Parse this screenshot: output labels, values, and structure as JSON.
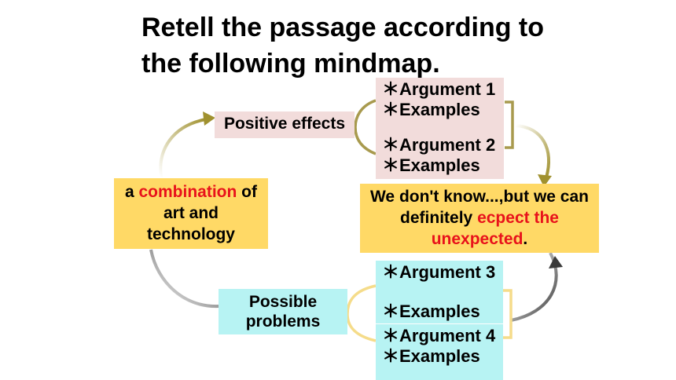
{
  "title": "Retell the passage according to the following mindmap.",
  "positive": "Positive effects",
  "problems": "Possible problems",
  "center_left": {
    "prefix": "a ",
    "highlight": "combination",
    "suffix": " of art and technology"
  },
  "right": {
    "part1": "We don't know...,but we can definitely ",
    "highlight": "ecpect the unexpected",
    "part2": "."
  },
  "arguments": [
    {
      "argument": "＊Argument 1",
      "examples": "＊Examples"
    },
    {
      "argument": "＊Argument 2",
      "examples": "＊Examples"
    },
    {
      "argument": "＊Argument 3",
      "examples": "＊Examples"
    },
    {
      "argument": "＊Argument 4",
      "examples": "＊Examples"
    }
  ],
  "colors": {
    "highlight": "#e8121b",
    "pink": "#f2dcdb",
    "cyan": "#b7f3f3",
    "yellow": "#ffd966",
    "arrow_olive": "#a0912f",
    "arrow_dark": "#3a3a3a",
    "bracket_olive": "#a89a4e",
    "bracket_yellow": "#f5dc8a"
  }
}
